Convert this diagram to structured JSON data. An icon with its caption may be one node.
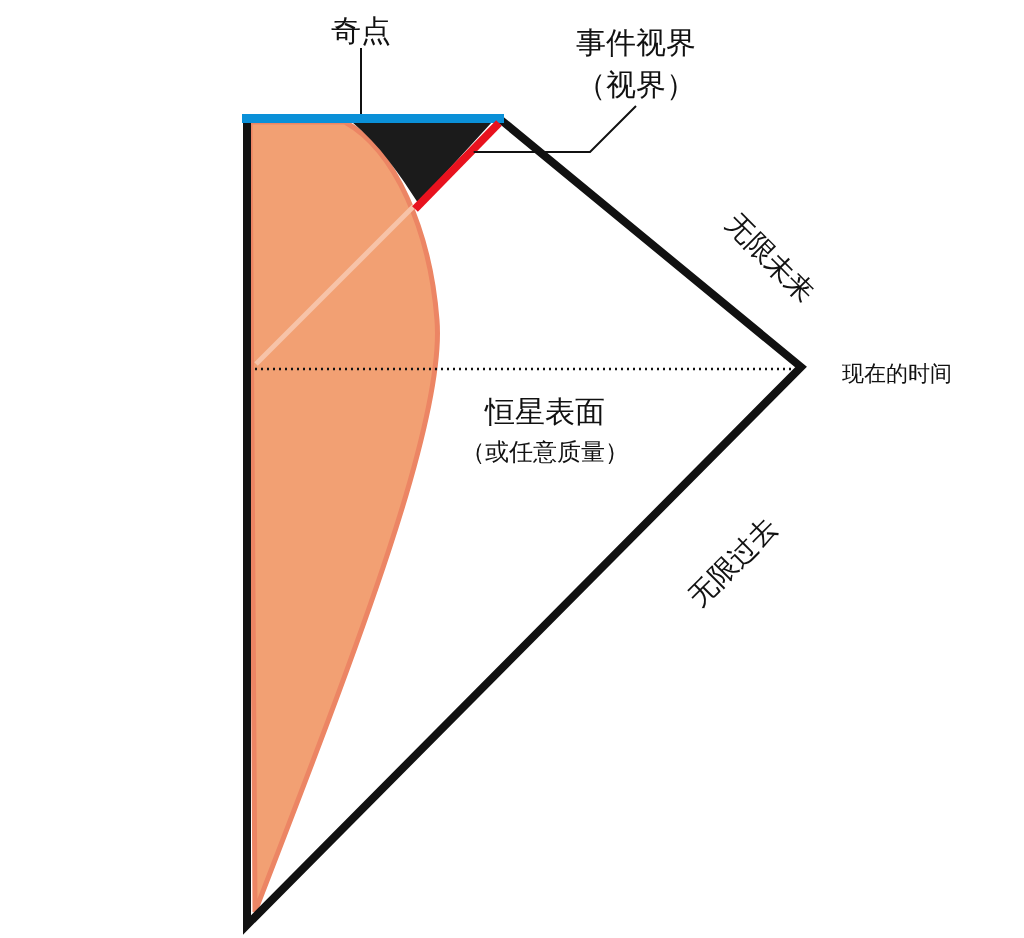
{
  "diagram": {
    "nodes": [
      {
        "text": [
          "奇点"
        ]
      },
      {
        "text": [],
        "shape": "line"
      },
      {
        "text": [
          "事件视界",
          "（视界）"
        ]
      },
      {
        "text": [],
        "shape": "line"
      }
    ],
    "edges": [
      {
        "from": 0,
        "to": 1,
        "arrow": "none"
      },
      {
        "from": 2,
        "to": 3,
        "arrow": "none"
      }
    ],
    "labels": [
      "无限未来",
      "现在的时间",
      "恒星表面",
      "（或任意质量）",
      "无限过去"
    ]
  }
}
